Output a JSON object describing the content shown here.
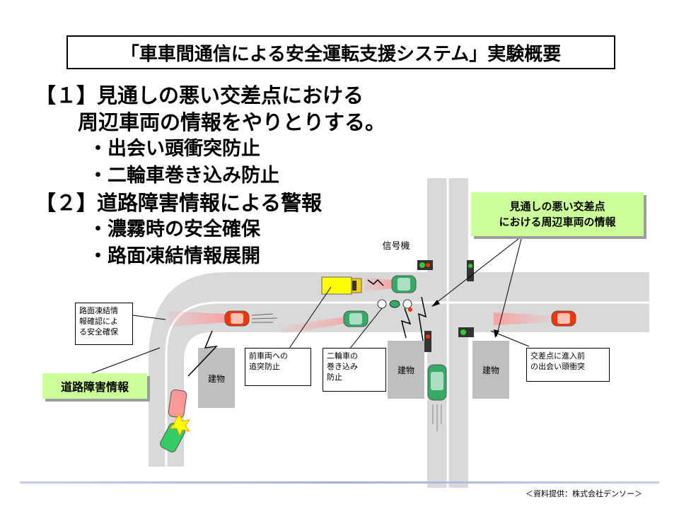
{
  "title": "「車車間通信による安全運転支援システム」実験概要",
  "bullets": [
    {
      "text": "【１】見通しの悪い交差点における",
      "level": 1
    },
    {
      "text": "周辺車両の情報をやりとりする。",
      "level": 2
    },
    {
      "text": "・出会い頭衝突防止",
      "level": 3
    },
    {
      "text": "・二輪車巻き込み防止",
      "level": 3
    },
    {
      "text": "【２】道路障害情報による警報",
      "level": 1
    },
    {
      "text": "・濃霧時の安全確保",
      "level": 3
    },
    {
      "text": "・路面凍結情報展開",
      "level": 3
    }
  ],
  "diagram": {
    "signal_label": "信号機",
    "building_label": "建物",
    "callouts": {
      "road_freeze": [
        "路面凍結情",
        "報確認によ",
        "る安全確保"
      ],
      "rear_end": [
        "前車両への",
        "追突防止"
      ],
      "two_wheeler": [
        "二輪車の",
        "巻き込み",
        "防止"
      ],
      "head_on": [
        "交差点に進入前",
        "の出会い頭衝突"
      ]
    },
    "green_labels": {
      "intersection_info": [
        "見通しの悪い交差点",
        "における周辺車両の情報"
      ],
      "road_obstacle": "道路障害情報"
    },
    "colors": {
      "road": "#d9d9d9",
      "road_line": "#ffffff",
      "building": "#bfbfbf",
      "car_red": "#ff3300",
      "car_green": "#33aa66",
      "truck": "#ffff00",
      "beam": "#ff9999",
      "highlight": "#ccff99"
    }
  },
  "source": "＜資料提供：株式会社デンソー＞"
}
